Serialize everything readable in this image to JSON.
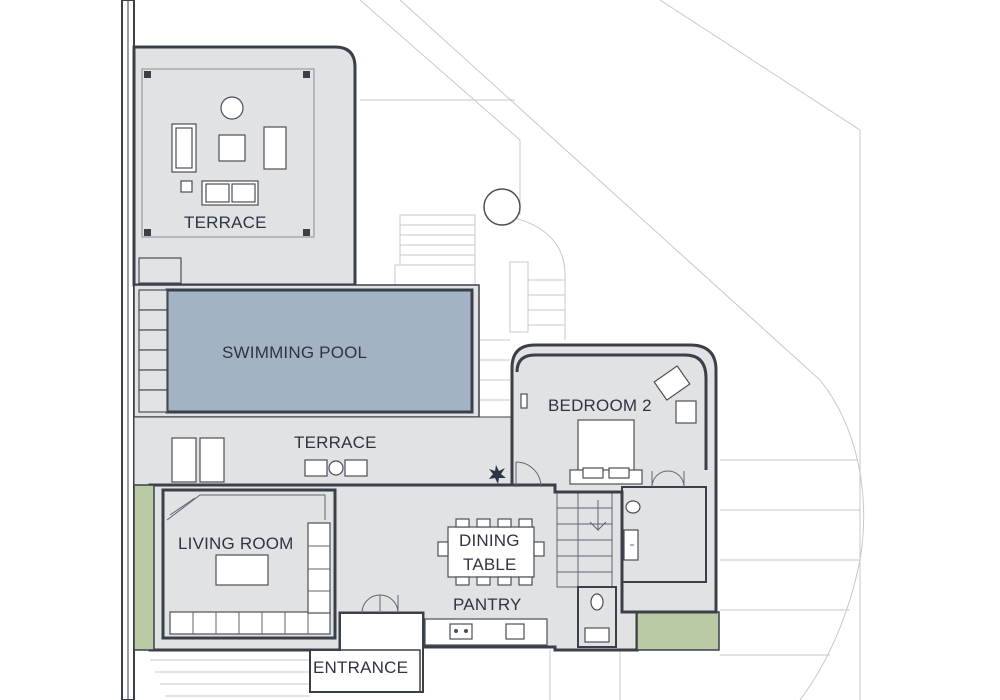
{
  "plan": {
    "labels": {
      "terrace_top": "TERRACE",
      "swimming_pool": "SWIMMING POOL",
      "bedroom_2": "BEDROOM 2",
      "terrace_middle": "TERRACE",
      "living_room": "LIVING ROOM",
      "dining_line1": "DINING",
      "dining_line2": "TABLE",
      "pantry": "PANTRY",
      "entrance": "ENTRANCE"
    },
    "colors": {
      "floor": "#e1e2e4",
      "wall": "#3b4048",
      "pool": "#a3b3c4",
      "planter": "#b9caa5",
      "site_lines": "#c6c8cc"
    }
  }
}
